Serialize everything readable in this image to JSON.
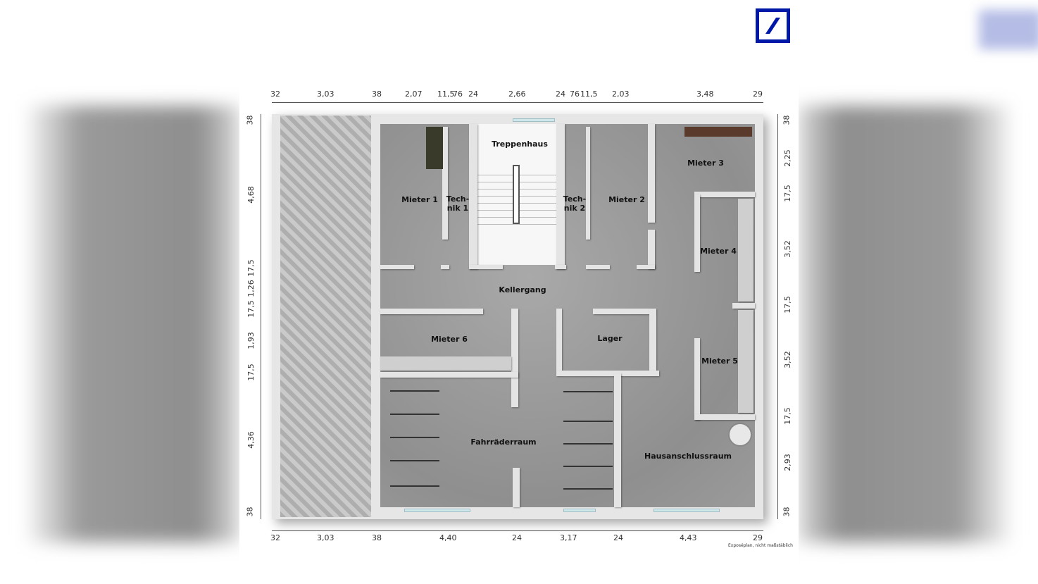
{
  "brand": {
    "logo": "Deutsche Bank logo",
    "color": "#0018a8"
  },
  "plan": {
    "rooms": {
      "treppenhaus": "Treppenhaus",
      "mieter1": "Mieter 1",
      "technik1": "Tech-\nnik 1",
      "technik2": "Tech-\nnik 2",
      "mieter2": "Mieter 2",
      "mieter3": "Mieter 3",
      "mieter4": "Mieter 4",
      "kellergang": "Kellergang",
      "mieter6": "Mieter 6",
      "lager": "Lager",
      "mieter5": "Mieter 5",
      "fahrraederraum": "Fahrräderraum",
      "hausanschlussraum": "Hausanschlussraum"
    },
    "dims_top": [
      "32",
      "3,03",
      "38",
      "2,07",
      "11,5",
      "76",
      "24",
      "2,66",
      "24",
      "76",
      "11,5",
      "2,03",
      "3,48",
      "29"
    ],
    "dims_bottom": [
      "32",
      "3,03",
      "38",
      "4,40",
      "24",
      "3,17",
      "24",
      "4,43",
      "29"
    ],
    "dims_left": [
      "38",
      "4,68",
      "17,5",
      "1,26",
      "17,5",
      "1,93",
      "17,5",
      "4,36",
      "38"
    ],
    "dims_right": [
      "38",
      "2,25",
      "17,5",
      "3,52",
      "17,5",
      "3,52",
      "17,5",
      "2,93",
      "38"
    ],
    "note": "Exposéplan, nicht maßstäblich",
    "colors": {
      "wall": "#e4e4e4",
      "floor": "#9a9a9a"
    }
  }
}
